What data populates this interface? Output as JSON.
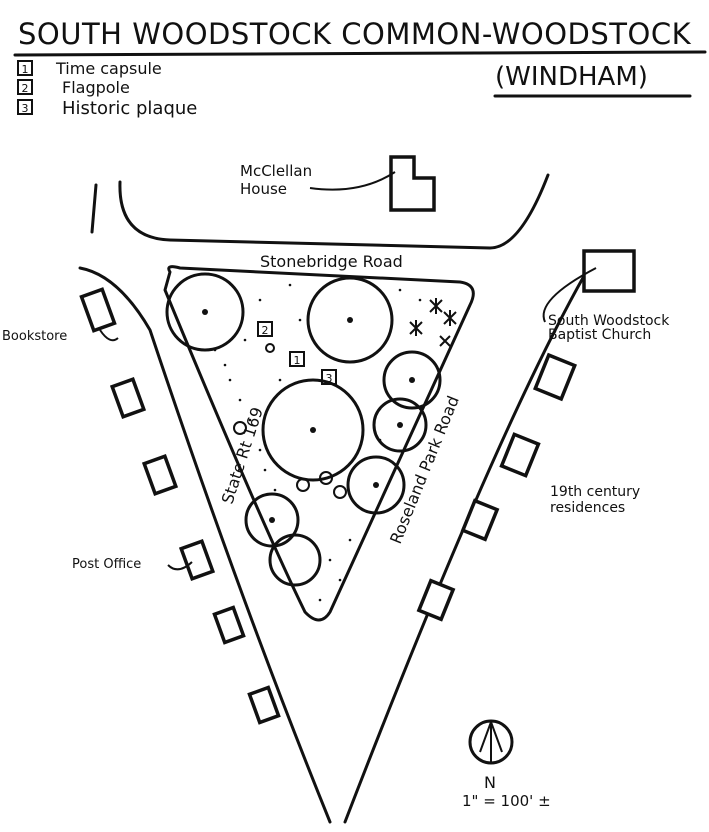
{
  "title": "SOUTH WOODSTOCK COMMON-WOODSTOCK",
  "subtitle": "(WINDHAM)",
  "legend": [
    {
      "number": "1",
      "label": "Time capsule"
    },
    {
      "number": "2",
      "label": "Flagpole"
    },
    {
      "number": "3",
      "label": "Historic plaque"
    }
  ],
  "labels": {
    "mcclellan_line1": "McClellan",
    "mcclellan_line2": "House",
    "stonebridge": "Stonebridge Road",
    "church_line1": "South Woodstock",
    "church_line2": "Baptist Church",
    "bookstore": "Bookstore",
    "state_rt": "State Rt 169",
    "roseland": "Roseland Park Road",
    "residences_line1": "19th century",
    "residences_line2": "residences",
    "post_office": "Post Office"
  },
  "markers": {
    "m1": "1",
    "m2": "2",
    "m3": "3"
  },
  "compass": {
    "north": "N",
    "scale": "1\" = 100' ±"
  }
}
